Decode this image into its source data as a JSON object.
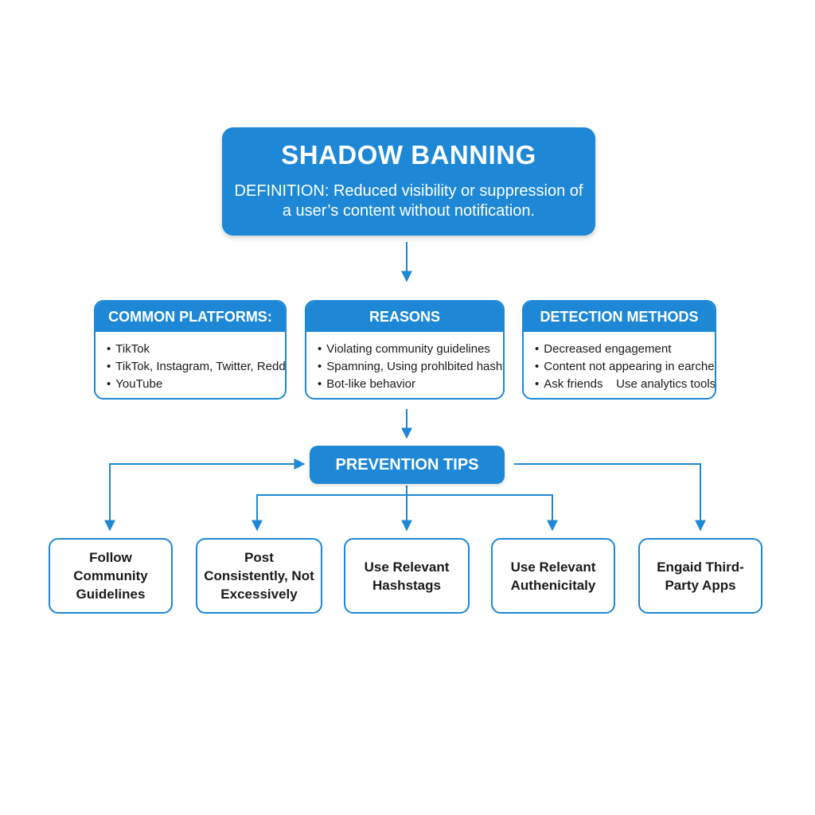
{
  "title": {
    "heading": "SHADOW BANNING",
    "definition": "DEFINITION: Reduced visibility or suppression of a user’s content without notification."
  },
  "cards": {
    "platforms": {
      "header": "COMMON PLATFORMS:",
      "items": [
        "TikTok",
        "TikTok, Instagram, Twitter, Reddit",
        "YouTube"
      ]
    },
    "reasons": {
      "header": "REASONS",
      "items": [
        "Violating community guidelines",
        "Spamning, Using prohlbited hashtags",
        "Bot-like behavior"
      ]
    },
    "detection": {
      "header": "DETECTION METHODS",
      "items": [
        "Decreased engagement",
        "Content not appearing in earches/",
        "Ask friends    Use analytics tools"
      ]
    }
  },
  "prevention": {
    "label": "PREVENTION TIPS",
    "tips": [
      "Follow Community Guidelines",
      "Post Consistently, Not Excessively",
      "Use Relevant Hashstags",
      "Use Relevant Authenicitaly",
      "Engaid Third-Party Apps"
    ]
  },
  "colors": {
    "accent": "#1e88d6",
    "background": "#ffffff",
    "text": "#1a1a1a"
  }
}
